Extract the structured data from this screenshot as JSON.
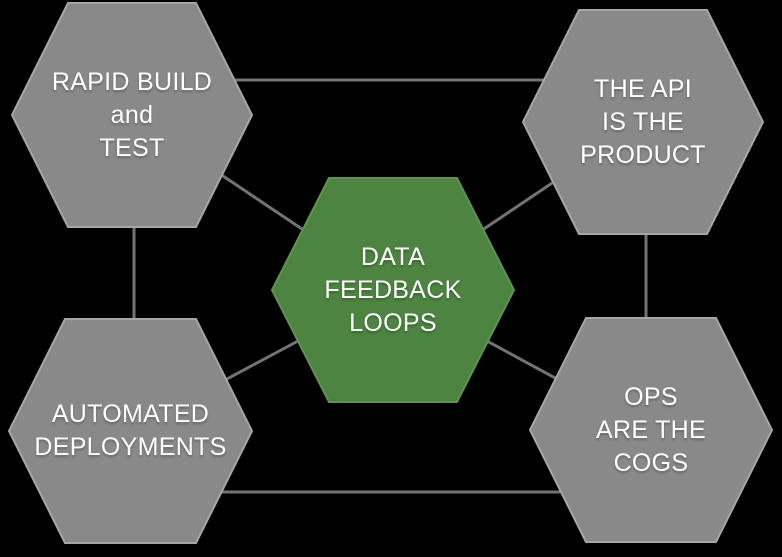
{
  "diagram": {
    "background_color": "#000000",
    "connector_color": "#737373",
    "text_color": "#ffffff",
    "nodes": {
      "center": {
        "label": "DATA\nFEEDBACK\nLOOPS",
        "fill": "#4d8441",
        "border": "#5f9350"
      },
      "top_left": {
        "label": "RAPID BUILD\nand\nTEST",
        "fill": "#898989",
        "border": "#a6a6a6"
      },
      "top_right": {
        "label": "THE API\nIS THE\nPRODUCT",
        "fill": "#898989",
        "border": "#a6a6a6"
      },
      "bottom_left": {
        "label": "AUTOMATED\nDEPLOYMENTS",
        "fill": "#898989",
        "border": "#a6a6a6"
      },
      "bottom_right": {
        "label": "OPS\nARE THE\nCOGS",
        "fill": "#898989",
        "border": "#a6a6a6"
      }
    }
  }
}
